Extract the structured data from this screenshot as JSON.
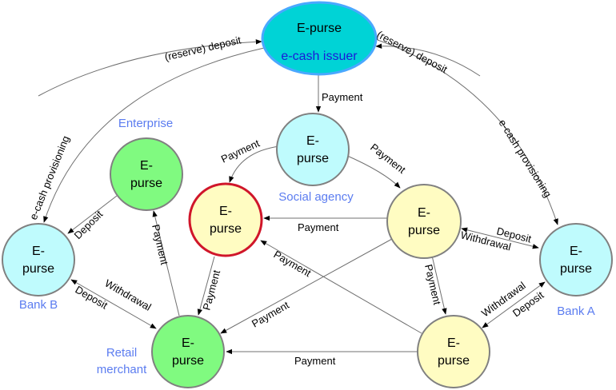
{
  "colors": {
    "issuer_fill": "#00d3d6",
    "issuer_stroke": "#4aa8ff",
    "bank_fill": "#bffbfd",
    "green_fill": "#80fa80",
    "yellow_fill": "#fffcc2",
    "node_stroke": "#808080",
    "highlight_stroke": "#d0162a",
    "role_label": "#5b7cf0",
    "issuer_sub_label": "#1a1ad8",
    "edge": "#707070"
  },
  "nodes": {
    "issuer": {
      "line1": "E-purse",
      "sublabel": "e-cash issuer"
    },
    "social": {
      "line1": "E-",
      "line2": "purse",
      "role": "Social agency"
    },
    "enterprise": {
      "line1": "E-",
      "line2": "purse",
      "role": "Enterprise"
    },
    "consumer_red": {
      "line1": "E-",
      "line2": "purse"
    },
    "consumer_right": {
      "line1": "E-",
      "line2": "purse"
    },
    "bank_b": {
      "line1": "E-",
      "line2": "purse",
      "role": "Bank B"
    },
    "bank_a": {
      "line1": "E-",
      "line2": "purse",
      "role": "Bank A"
    },
    "retail": {
      "line1": "E-",
      "line2": "purse",
      "role_line1": "Retail",
      "role_line2": "merchant"
    },
    "consumer_bottom": {
      "line1": "E-",
      "line2": "purse"
    }
  },
  "edges": {
    "bankb_to_issuer": "(reserve) deposit",
    "banka_to_issuer": "(reserve) deposit",
    "issuer_to_bankb": "e-cash provisioning",
    "issuer_to_banka": "e-cash provisioning",
    "issuer_to_social": "Payment",
    "social_to_red": "Payment",
    "social_to_right": "Payment",
    "enterprise_to_bankb": "Deposit",
    "retail_to_enterprise": "Payment",
    "right_to_red": "Payment",
    "red_to_retail": "Payment",
    "right_to_retail": "Payment",
    "bottom_to_red": "Payment",
    "right_to_bottom": "Payment",
    "bottom_to_retail": "Payment",
    "right_banka_deposit": "Deposit",
    "right_banka_withdrawal": "Withdrawal",
    "bottom_banka_withdrawal": "Withdrawal",
    "bottom_banka_deposit": "Deposit",
    "bankb_retail_withdrawal": "Withdrawal",
    "bankb_retail_deposit": "Deposit"
  }
}
